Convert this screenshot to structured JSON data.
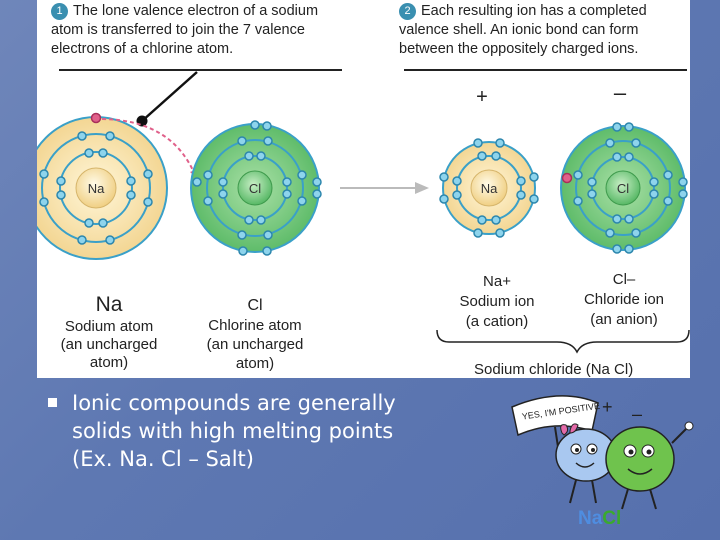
{
  "diagram": {
    "step1": {
      "number": "1",
      "line1": "The lone valence electron of a sodium",
      "line2": "atom is transferred to join the 7 valence",
      "line3": "electrons of a chlorine atom."
    },
    "step2": {
      "number": "2",
      "line1": "Each resulting ion has a completed",
      "line2": "valence shell. An ionic bond can form",
      "line3": "between the oppositely charged ions."
    },
    "atoms": {
      "na_nucleus": "Na",
      "cl_nucleus": "Cl",
      "na_ion_nucleus": "Na",
      "cl_ion_nucleus": "Cl"
    },
    "charges": {
      "plus": "+",
      "minus": "–"
    },
    "na_label": {
      "symbol": "Na",
      "line1": "Sodium atom",
      "line2": "(an uncharged",
      "line3": "atom)"
    },
    "cl_label": {
      "symbol": "Cl",
      "line1": "Chlorine atom",
      "line2": "(an uncharged",
      "line3": "atom)"
    },
    "na_ion_label": {
      "symbol": "Na+",
      "line1": "Sodium ion",
      "line2": "(a cation)"
    },
    "cl_ion_label": {
      "symbol": "Cl–",
      "line1": "Chloride ion",
      "line2": "(an anion)"
    },
    "compound_label": "Sodium chloride (Na Cl)"
  },
  "bullet": {
    "line1": "Ionic compounds are generally",
    "line2": "solids with high melting points",
    "line3": "(Ex. Na. Cl – Salt)"
  },
  "cartoon": {
    "sign": "YES, I'M POSITIVE",
    "plus": "+",
    "minus": "–",
    "label_na": "Na",
    "label_cl": "Cl"
  },
  "colors": {
    "background": "#6277b3",
    "sodium_fill": "#f6dfa5",
    "chlorine_fill": "#8fd18e",
    "shell": "#3aa0c8",
    "electron_transfer": "#e0608a"
  }
}
